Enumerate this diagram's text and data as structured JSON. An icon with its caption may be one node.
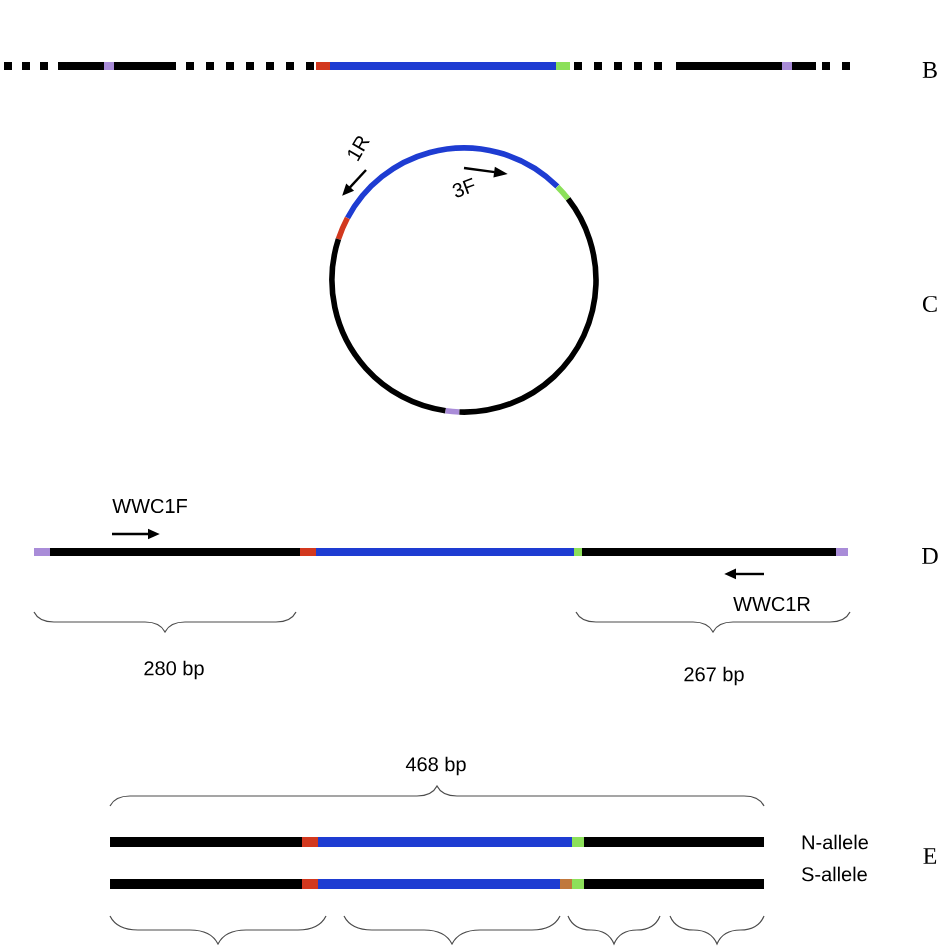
{
  "diagram": {
    "labels": [
      "B",
      "1R",
      "3F",
      "C",
      "WWC1F",
      "D",
      "WWC1R",
      "280 bp",
      "267 bp",
      "468 bp",
      "N-allele",
      "S-allele",
      "E"
    ]
  }
}
